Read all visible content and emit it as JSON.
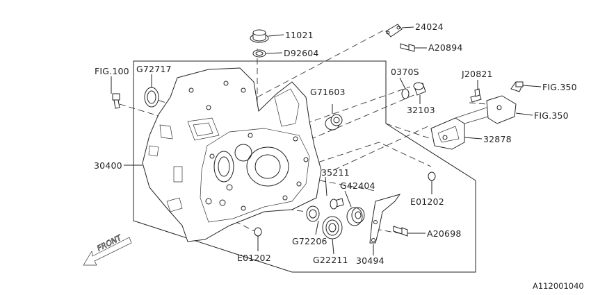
{
  "diagram": {
    "reference_code": "A112001040",
    "front_label": "FRONT",
    "callouts": {
      "p11021": "11021",
      "pD92604": "D92604",
      "p24024": "24024",
      "pA20894": "A20894",
      "pFIG100": "FIG.100",
      "pG72717": "G72717",
      "p0370S": "0370S",
      "pJ20821": "J20821",
      "pFIG350a": "FIG.350",
      "pFIG350b": "FIG.350",
      "pG71603": "G71603",
      "p32103": "32103",
      "p32878": "32878",
      "p30400": "30400",
      "p35211": "35211",
      "pG42404": "G42404",
      "pE01202a": "E01202",
      "pA20698": "A20698",
      "pG72206": "G72206",
      "pE01202b": "E01202",
      "pG22211": "G22211",
      "p30494": "30494"
    }
  }
}
